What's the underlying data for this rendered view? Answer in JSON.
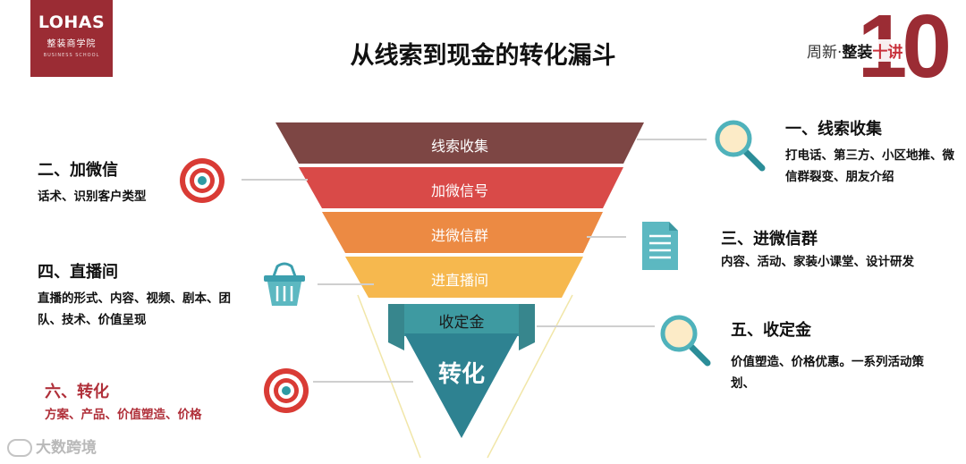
{
  "logo": {
    "brand": "LOHAS",
    "subtitle": "整装商学院",
    "school": "BUSINESS SCHOOL"
  },
  "title": "从线索到现金的转化漏斗",
  "badge": {
    "number": "10",
    "label_a": "周新·",
    "label_b": "整装",
    "label_c": "十讲"
  },
  "funnel": {
    "stages": [
      {
        "label": "线索收集",
        "color": "#7d4644"
      },
      {
        "label": "加微信号",
        "color": "#d94a48"
      },
      {
        "label": "进微信群",
        "color": "#ec8a43"
      },
      {
        "label": "进直播间",
        "color": "#f6b84e"
      },
      {
        "label": "收定金",
        "color": "#3e9aa1"
      },
      {
        "label": "转化",
        "color": "#2e8291"
      }
    ]
  },
  "annotations": {
    "a1": {
      "heading": "一、线索收集",
      "detail": "打电话、第三方、小区地推、微信群裂变、朋友介绍",
      "icon": "magnifier-icon"
    },
    "a2": {
      "heading": "二、加微信",
      "detail": "话术、识别客户类型",
      "icon": "target-icon"
    },
    "a3": {
      "heading": "三、进微信群",
      "detail": "内容、活动、家装小课堂、设计研发",
      "icon": "document-icon"
    },
    "a4": {
      "heading": "四、直播间",
      "detail": "直播的形式、内容、视频、剧本、团队、技术、价值呈现",
      "icon": "basket-icon"
    },
    "a5": {
      "heading": "五、收定金",
      "detail": "价值塑造、价格优惠。一系列活动策划、",
      "icon": "magnifier-icon"
    },
    "a6": {
      "heading": "六、转化",
      "detail": "方案、产品、价值塑造、价格",
      "icon": "target-icon"
    }
  },
  "colors": {
    "brand": "#9b2c34",
    "accent_red": "#b0303a",
    "teal": "#3e9aa1",
    "line": "#cfcfcf"
  },
  "watermark": "大数跨境"
}
